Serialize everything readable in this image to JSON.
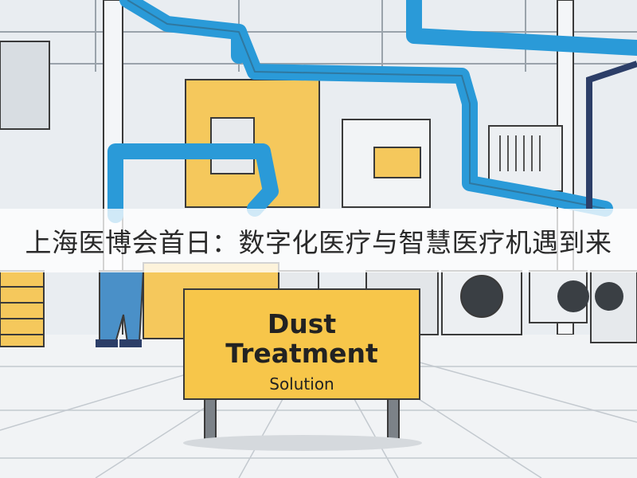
{
  "caption": {
    "title": "上海医博会首日：数字化医疗与智慧医疗机遇到来"
  },
  "sign": {
    "line1": "Dust",
    "line2": "Treatment",
    "line3": "Solution"
  },
  "colors": {
    "pipe_blue": "#2a9ad8",
    "sign_yellow": "#f7c64a",
    "panel_yellow": "#f5c85c",
    "floor": "#f1f3f5",
    "outline": "#3a3a3a"
  }
}
